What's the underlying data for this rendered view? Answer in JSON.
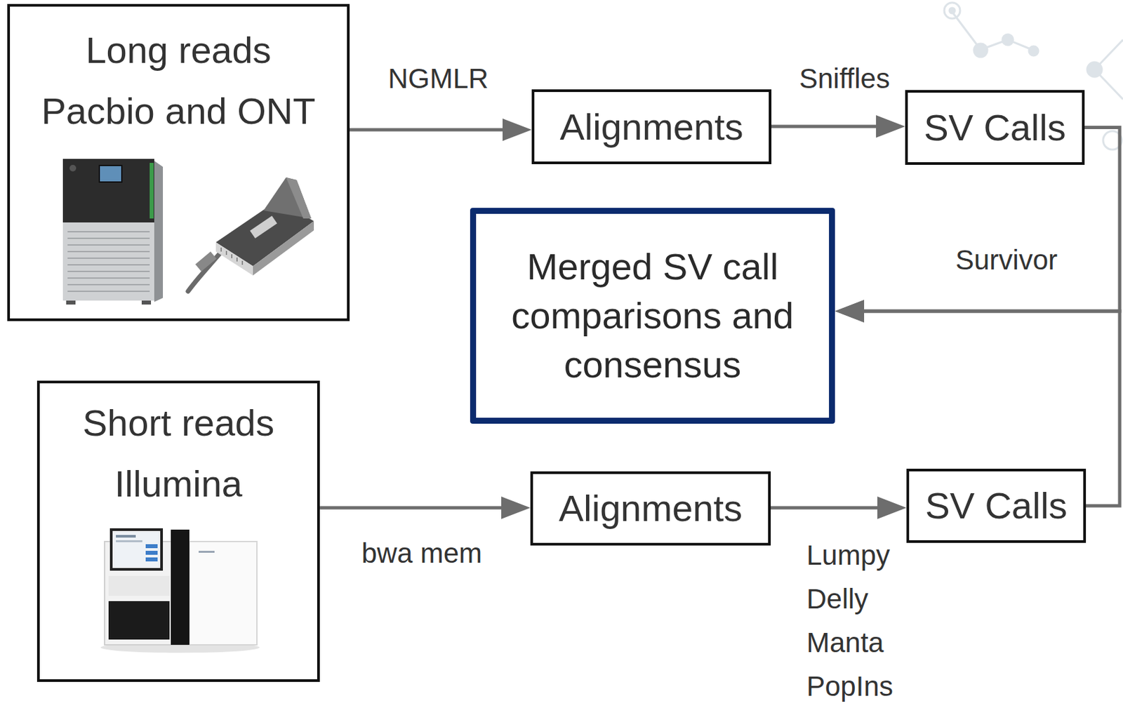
{
  "diagram": {
    "nodes": [
      {
        "text": [
          "Long reads",
          "Pacbio and ONT"
        ]
      },
      {
        "text": [
          "Alignments"
        ]
      },
      {
        "text": [
          "SV Calls"
        ]
      },
      {
        "text": [
          "Merged SV call comparisons and consensus"
        ]
      },
      {
        "text": [
          "Short reads",
          "Illumina"
        ]
      },
      {
        "text": [
          "Alignments"
        ]
      },
      {
        "text": [
          "SV Calls"
        ]
      }
    ],
    "edges": [
      {
        "from": 0,
        "to": 1,
        "arrow": "to",
        "label": "NGMLR"
      },
      {
        "from": 1,
        "to": 2,
        "arrow": "to",
        "label": "Sniffles"
      },
      {
        "from": 2,
        "to": 3,
        "arrow": "to",
        "label": "Survivor"
      },
      {
        "from": 4,
        "to": 5,
        "arrow": "to",
        "label": "bwa mem"
      },
      {
        "from": 5,
        "to": 6,
        "arrow": "to",
        "label": "Lumpy Delly Manta PopIns"
      },
      {
        "from": 6,
        "to": 3,
        "arrow": "to"
      }
    ]
  }
}
